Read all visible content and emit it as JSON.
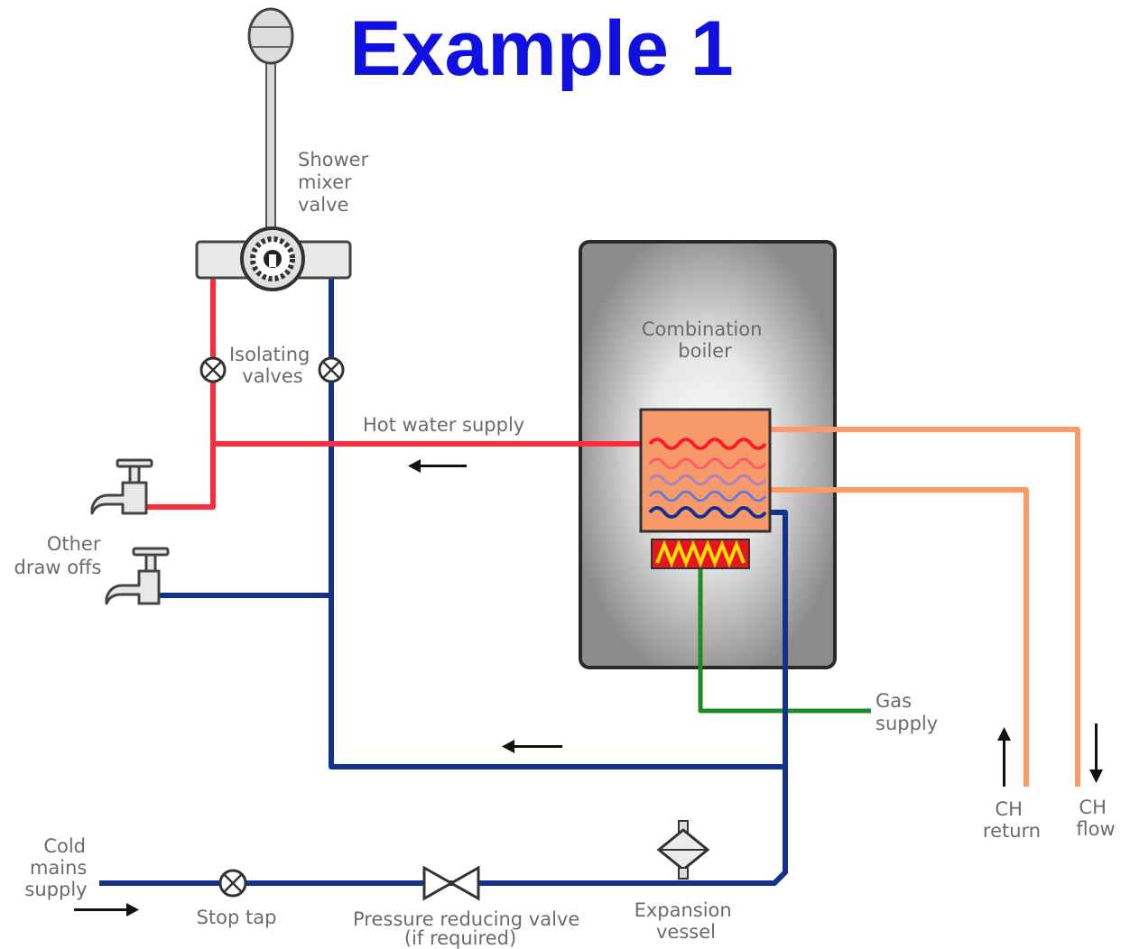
{
  "title": "Example 1",
  "colors": {
    "title": "#1010e0",
    "hot": "#ff2d3c",
    "cold": "#14318f",
    "ch": "#ff9a66",
    "gas": "#1f8a2a",
    "boiler_case": "#8f8f8f",
    "heat_exchanger": "#f79a6a",
    "burner": "#e8151b",
    "label": "#6b6b6b"
  },
  "labels": {
    "shower_mixer_valve": [
      "Shower",
      "mixer",
      "valve"
    ],
    "isolating_valves": [
      "Isolating",
      "valves"
    ],
    "combination_boiler": [
      "Combination",
      "boiler"
    ],
    "hot_water_supply": "Hot water supply",
    "other_draw_offs": [
      "Other",
      "draw offs"
    ],
    "gas_supply": [
      "Gas",
      "supply"
    ],
    "ch_return": [
      "CH",
      "return"
    ],
    "ch_flow": [
      "CH",
      "flow"
    ],
    "cold_mains_supply": [
      "Cold",
      "mains",
      "supply"
    ],
    "stop_tap": "Stop tap",
    "pressure_reducing_valve": [
      "Pressure reducing valve",
      "(if required)"
    ],
    "expansion_vessel": [
      "Expansion",
      "vessel"
    ]
  },
  "icons": [
    "shower-head-icon",
    "mixer-valve-icon",
    "isolating-valve-icon",
    "tap-icon",
    "stop-tap-icon",
    "pressure-reducing-valve-icon",
    "expansion-vessel-icon",
    "flow-arrow-icon"
  ]
}
